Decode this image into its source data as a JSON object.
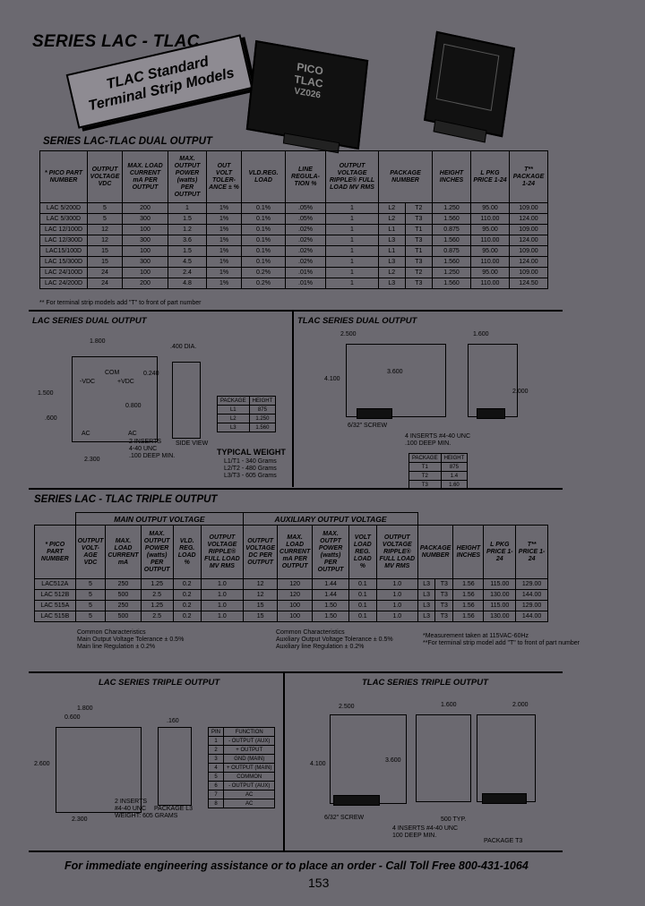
{
  "header": {
    "series_title": "SERIES LAC - TLAC",
    "banner_line1": "TLAC Standard",
    "banner_line2": "Terminal Strip Models",
    "product_left_label1": "PICO",
    "product_left_label2": "TLAC",
    "product_left_label3": "VZ026"
  },
  "dual_output": {
    "heading": "SERIES LAC-TLAC DUAL OUTPUT",
    "columns": [
      "* PICO PART NUMBER",
      "OUTPUT VOLTAGE VDC",
      "MAX. LOAD CURRENT mA PER OUTPUT",
      "MAX. OUTPUT POWER (watts) PER OUTPUT",
      "OUT VOLT TOLER-ANCE ± %",
      "VLD.REG. LOAD",
      "LINE REGULA-TION %",
      "OUTPUT VOLTAGE RIPPLE® FULL LOAD MV RMS",
      "PACKAGE NUMBER",
      "HEIGHT INCHES",
      "L PKG PRICE 1-24",
      "T** PACKAGE 1-24"
    ],
    "rows": [
      [
        "LAC 5/200D",
        "5",
        "200",
        "1",
        "1%",
        "0.1%",
        ".05%",
        "1",
        "L2",
        "T2",
        "1.250",
        "95.00",
        "109.00"
      ],
      [
        "LAC 5/300D",
        "5",
        "300",
        "1.5",
        "1%",
        "0.1%",
        ".05%",
        "1",
        "L2",
        "T3",
        "1.560",
        "110.00",
        "124.00"
      ],
      [
        "LAC 12/100D",
        "12",
        "100",
        "1.2",
        "1%",
        "0.1%",
        ".02%",
        "1",
        "L1",
        "T1",
        "0.875",
        "95.00",
        "109.00"
      ],
      [
        "LAC 12/300D",
        "12",
        "300",
        "3.6",
        "1%",
        "0.1%",
        ".02%",
        "1",
        "L3",
        "T3",
        "1.560",
        "110.00",
        "124.00"
      ],
      [
        "LAC15/100D",
        "15",
        "100",
        "1.5",
        "1%",
        "0.1%",
        ".02%",
        "1",
        "L1",
        "T1",
        "0.875",
        "95.00",
        "109.00"
      ],
      [
        "LAC 15/300D",
        "15",
        "300",
        "4.5",
        "1%",
        "0.1%",
        ".02%",
        "1",
        "L3",
        "T3",
        "1.560",
        "110.00",
        "124.00"
      ],
      [
        "LAC 24/100D",
        "24",
        "100",
        "2.4",
        "1%",
        "0.2%",
        ".01%",
        "1",
        "L2",
        "T2",
        "1.250",
        "95.00",
        "109.00"
      ],
      [
        "LAC 24/200D",
        "24",
        "200",
        "4.8",
        "1%",
        "0.2%",
        ".01%",
        "1",
        "L3",
        "T3",
        "1.560",
        "110.00",
        "124.50"
      ]
    ],
    "footnote": "** For terminal strip models add \"T\" to front of part number"
  },
  "lac_dual": {
    "heading": "LAC SERIES DUAL OUTPUT",
    "dim_top": "1.800",
    "dim_hole": ".400 DIA.",
    "dim_240": "0.240",
    "dim_left": "1.500",
    "dim_left2": ".600",
    "dim_mid": "0.800",
    "dim_bottom": "2.300",
    "label_com": "COM",
    "label_vdc_minus": "-VDC",
    "label_vdc_plus": "+VDC",
    "label_ac": "AC",
    "label_ac2": "AC",
    "label_inserts": "2 INSERTS",
    "label_thread": "4-40 UNC",
    "label_deep": ".100 DEEP MIN.",
    "label_side": "SIDE VIEW",
    "pkg_table": [
      [
        "PACKAGE",
        "HEIGHT"
      ],
      [
        "L1",
        "875"
      ],
      [
        "L2",
        "1.250"
      ],
      [
        "L3",
        "1.560"
      ]
    ],
    "weight_title": "TYPICAL WEIGHT",
    "weights": [
      "L1/T1 - 340 Grams",
      "L2/T2 - 480 Grams",
      "L3/T3 - 605 Grams"
    ]
  },
  "tlac_dual": {
    "heading": "TLAC SERIES DUAL OUTPUT",
    "dim_top": "2.500",
    "dim_right": "1.600",
    "dim_left": "4.100",
    "dim_mid": "3.600",
    "dim_small": "2.000",
    "label_screw": "6/32\" SCREW",
    "label_inserts": "4 INSERTS #4-40 UNC",
    "label_deep": ".100 DEEP MIN.",
    "pkg_table": [
      [
        "PACKAGE",
        "HEIGHT"
      ],
      [
        "T1",
        "875"
      ],
      [
        "T2",
        "1.4"
      ],
      [
        "T3",
        "1.60"
      ]
    ]
  },
  "triple_output": {
    "heading": "SERIES LAC - TLAC TRIPLE OUTPUT",
    "group_main": "MAIN OUTPUT VOLTAGE",
    "group_aux": "AUXILIARY OUTPUT VOLTAGE",
    "columns": [
      "* PICO PART NUMBER",
      "OUTPUT VOLT-AGE VDC",
      "MAX. LOAD CURRENT mA",
      "MAX. OUTPUT POWER (watts) PER OUTPUT",
      "VLD. REG. LOAD %",
      "OUTPUT VOLTAGE RIPPLE® FULL LOAD MV RMS",
      "OUTPUT VOLTAGE DC PER OUTPUT",
      "MAX. LOAD CURRENT mA PER OUTPUT",
      "MAX. OUTPT POWER (watts) PER OUTPUT",
      "VOLT LOAD REG. LOAD %",
      "OUTPUT VOLTAGE RIPPLE® FULL LOAD MV RMS",
      "PACKAGE NUMBER",
      "HEIGHT INCHES",
      "L PKG PRICE 1-24",
      "T** PRICE 1-24"
    ],
    "rows": [
      [
        "LAC512A",
        "5",
        "250",
        "1.25",
        "0.2",
        "1.0",
        "12",
        "120",
        "1.44",
        "0.1",
        "1.0",
        "L3",
        "T3",
        "1.56",
        "115.00",
        "129.00"
      ],
      [
        "LAC 512B",
        "5",
        "500",
        "2.5",
        "0.2",
        "1.0",
        "12",
        "120",
        "1.44",
        "0.1",
        "1.0",
        "L3",
        "T3",
        "1.56",
        "130.00",
        "144.00"
      ],
      [
        "LAC 515A",
        "5",
        "250",
        "1.25",
        "0.2",
        "1.0",
        "15",
        "100",
        "1.50",
        "0.1",
        "1.0",
        "L3",
        "T3",
        "1.56",
        "115.00",
        "129.00"
      ],
      [
        "LAC 515B",
        "5",
        "500",
        "2.5",
        "0.2",
        "1.0",
        "15",
        "100",
        "1.50",
        "0.1",
        "1.0",
        "L3",
        "T3",
        "1.56",
        "130.00",
        "144.00"
      ]
    ],
    "notes_main": [
      "Common Characteristics",
      "Main Output Voltage Tolerance ± 0.5%",
      "Main line Regulation ± 0.2%"
    ],
    "notes_aux": [
      "Common Characteristics",
      "Auxiliary Output Voltage Tolerance ± 0.5%",
      "Auxiliary line Regulation ± 0.2%"
    ],
    "notes_right": [
      "*Measurement taken at 115VAC-60Hz",
      "**For terminal strip model add \"T\" to front of part number"
    ]
  },
  "lac_triple": {
    "heading": "LAC SERIES TRIPLE OUTPUT",
    "dim_top": "1.800",
    "dim_top2": "0.600",
    "dim_left": "2.600",
    "dim_bottom": "2.300",
    "dim_160": ".160",
    "label_inserts": "2 INSERTS",
    "label_thread": "#4-40 UNC",
    "label_deep": "WEIGHT: 605 GRAMS",
    "label_package": "PACKAGE L3",
    "pin_table": [
      [
        "PIN",
        "FUNCTION"
      ],
      [
        "1",
        "- OUTPUT (AUX)"
      ],
      [
        "2",
        "+ OUTPUT"
      ],
      [
        "3",
        "GND (MAIN)"
      ],
      [
        "4",
        "+ OUTPUT (MAIN)"
      ],
      [
        "5",
        "COMMON"
      ],
      [
        "6",
        "- OUTPUT (AUX)"
      ],
      [
        "7",
        "AC"
      ],
      [
        "8",
        "AC"
      ]
    ]
  },
  "tlac_triple": {
    "heading": "TLAC SERIES TRIPLE OUTPUT",
    "dim_top": "2.500",
    "dim_mid": "1.600",
    "dim_right": "2.000",
    "dim_left": "4.100",
    "dim_center": "3.600",
    "label_screw": "6/32\" SCREW",
    "label_inserts": "4 INSERTS #4-40 UNC",
    "label_deep": "100 DEEP MIN.",
    "label_package": "PACKAGE T3",
    "label_500": "500 TYP."
  },
  "footer": {
    "text": "For immediate engineering assistance or to place an order -  Call Toll Free 800-431-1064",
    "page": "153"
  }
}
